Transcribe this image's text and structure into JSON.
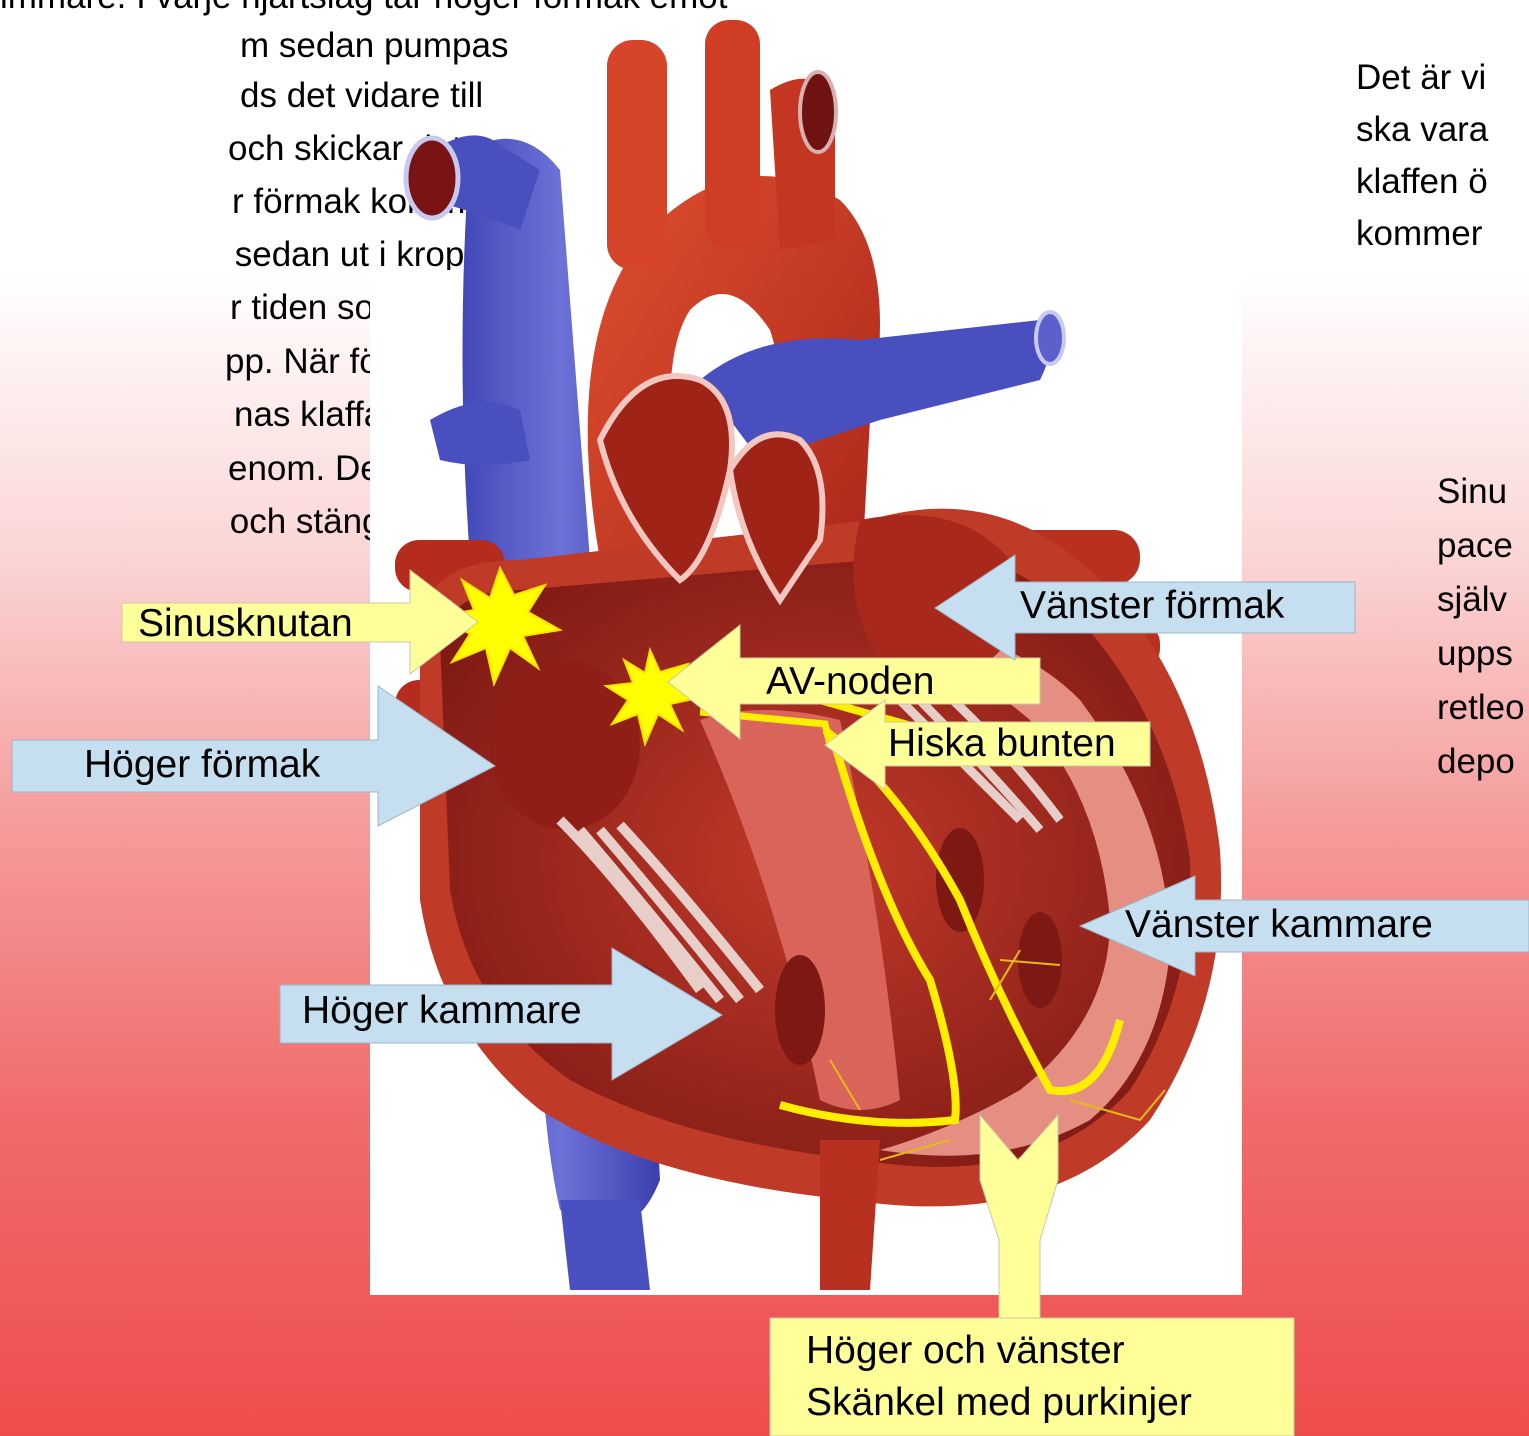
{
  "text_left": {
    "line0": "immare. I varje hjärtslag tar höger förmak emot",
    "lines": [
      "m sedan pumpas",
      "ds det vidare till",
      "och skickar det",
      "r förmak kommer",
      " sedan ut i kroppen.",
      "r tiden som",
      "pp. När förmaket",
      "nas klaffarna",
      "enom. Det är",
      " och stängs som"
    ]
  },
  "text_right_top": [
    "Det är vi",
    "ska vara",
    "klaffen ö",
    "kommer"
  ],
  "text_right_mid": [
    "Sinu",
    "pace",
    "själv",
    "upps",
    "retleo",
    "depo"
  ],
  "labels": {
    "sinusknutan": "Sinusknutan",
    "av_noden": "AV-noden",
    "hiska_bunten": "Hiska bunten",
    "vanster_formak": "Vänster förmak",
    "hoger_formak": "Höger förmak",
    "vanster_kammare": "Vänster kammare",
    "hoger_kammare": "Höger kammare",
    "skankel_line1": "Höger och vänster",
    "skankel_line2": "Skänkel med purkinjer"
  },
  "colors": {
    "yellow_label": "#ffff99",
    "blue_label": "#c5dff0",
    "spark": "#ffff00",
    "vein_blue": "#5b5fc8",
    "artery_red": "#c9361f",
    "conduction": "#ffee00"
  }
}
